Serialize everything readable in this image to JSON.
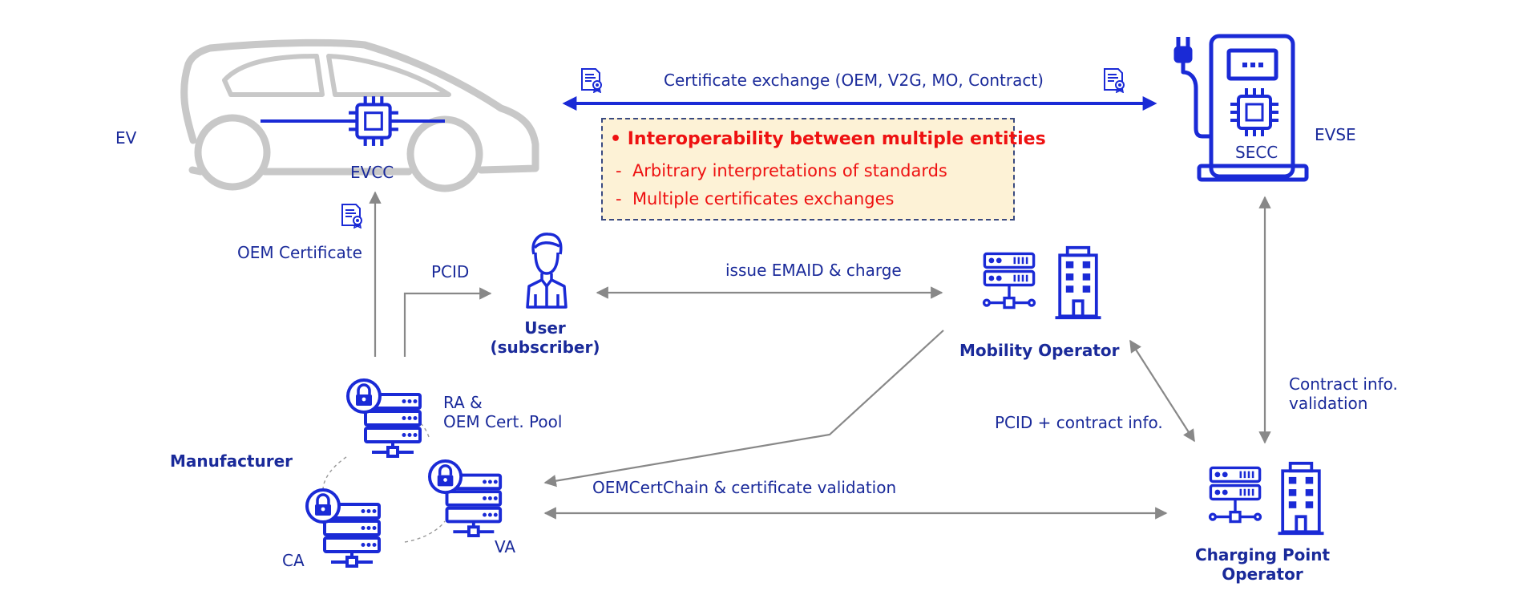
{
  "colors": {
    "primary": "#1a2ad6",
    "label": "#1a2a9a",
    "arrow": "#888888",
    "car": "#c8c8c8",
    "highlight": "#ee1111",
    "callout_bg": "#fdf2d6"
  },
  "entities": {
    "ev": "EV",
    "evse": "EVSE",
    "evcc": "EVCC",
    "secc": "SECC",
    "user_line1": "User",
    "user_line2": "(subscriber)",
    "mobility_operator": "Mobility Operator",
    "manufacturer": "Manufacturer",
    "cpo_line1": "Charging Point",
    "cpo_line2": "Operator",
    "ra_line1": "RA &",
    "ra_line2": "OEM Cert. Pool",
    "ca": "CA",
    "va": "VA"
  },
  "flows": {
    "certificate_exchange": "Certificate exchange (OEM, V2G, MO, Contract)",
    "oem_certificate": "OEM Certificate",
    "pcid": "PCID",
    "issue_emaid": "issue EMAID & charge",
    "pcid_contract": "PCID + contract info.",
    "contract_validation_line1": "Contract info.",
    "contract_validation_line2": "validation",
    "oem_chain": "OEMCertChain & certificate validation"
  },
  "callout": {
    "title": "Interoperability between multiple entities",
    "items": [
      "Arbitrary interpretations of standards",
      "Multiple certificates exchanges"
    ]
  },
  "icons": [
    "car-icon",
    "chip-icon",
    "charger-icon",
    "certificate-icon",
    "user-icon",
    "server-icon",
    "building-icon",
    "lock-server-icon"
  ]
}
